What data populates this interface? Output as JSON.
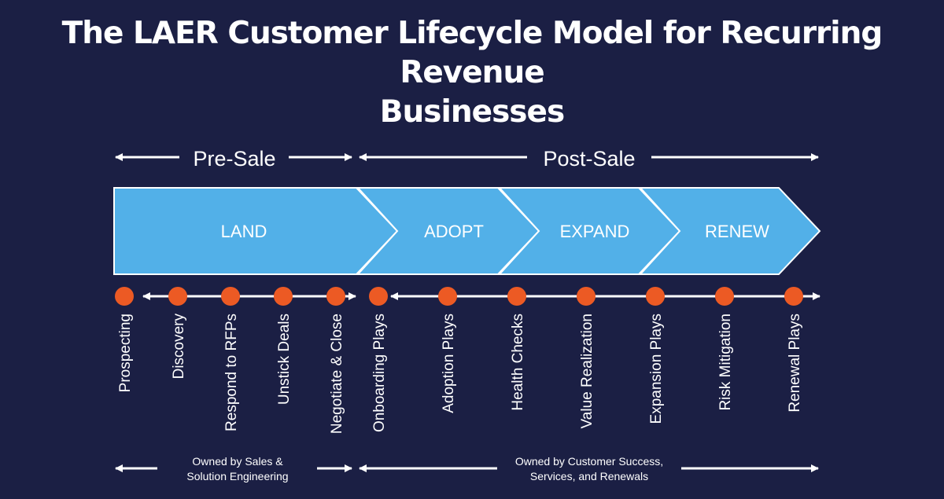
{
  "title": {
    "line1": "The LAER Customer Lifecycle Model for Recurring Revenue",
    "line2": "Businesses"
  },
  "phases": {
    "pre_sale": "Pre-Sale",
    "post_sale": "Post-Sale"
  },
  "stages": [
    "LAND",
    "ADOPT",
    "EXPAND",
    "RENEW"
  ],
  "activities": [
    "Prospecting",
    "Discovery",
    "Respond to  RFPs",
    "Unstick Deals",
    "Negotiate & Close",
    "Onboarding Plays",
    "Adoption Plays",
    "Health Checks",
    "Value Realization",
    "Expansion Plays",
    "Risk Mitigation",
    "Renewal Plays"
  ],
  "ownership": {
    "sales_line1": "Owned by Sales &",
    "sales_line2": "Solution Engineering",
    "cs_line1": "Owned by Customer Success,",
    "cs_line2": "Services, and Renewals"
  },
  "colors": {
    "background": "#1b1f44",
    "stage_fill": "#52b0e8",
    "dot": "#ec5a24",
    "text": "#ffffff"
  }
}
